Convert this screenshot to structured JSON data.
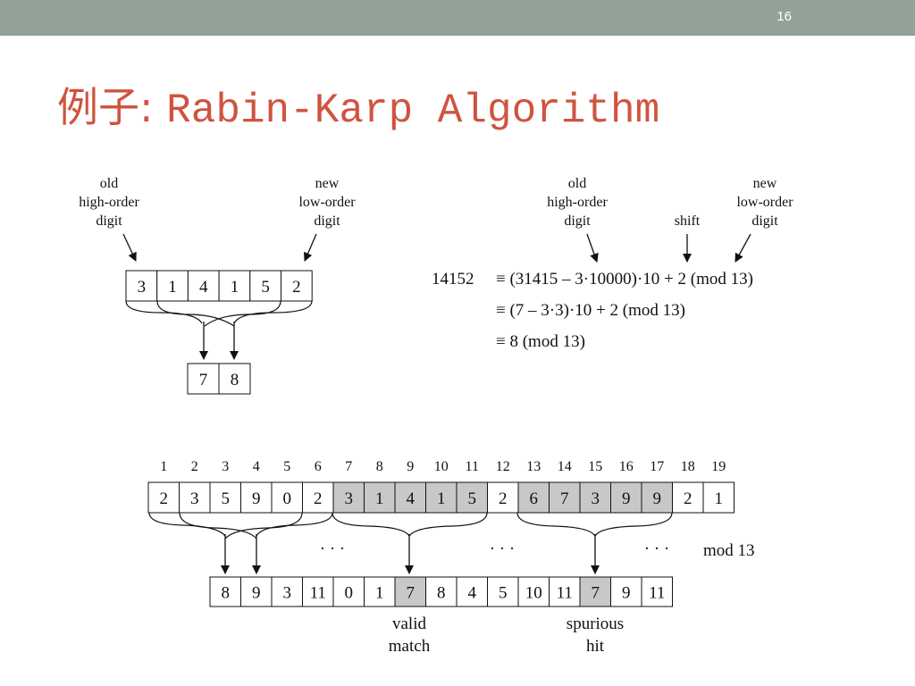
{
  "slide": {
    "page_number": "16",
    "title_cjk": "例子: ",
    "title_code": "Rabin-Karp Algorithm"
  },
  "top_left": {
    "label_old": [
      "old",
      "high-order",
      "digit"
    ],
    "label_new": [
      "new",
      "low-order",
      "digit"
    ],
    "window_digits": [
      "3",
      "1",
      "4",
      "1",
      "5",
      "2"
    ],
    "result_digits": [
      "7",
      "8"
    ]
  },
  "top_right": {
    "label_old": [
      "old",
      "high-order",
      "digit"
    ],
    "label_shift": "shift",
    "label_new": [
      "new",
      "low-order",
      "digit"
    ],
    "lhs": "14152",
    "lines": [
      "≡  (31415 – 3·10000)·10 + 2  (mod 13)",
      "≡  (7 – 3·3)·10 + 2  (mod 13)",
      "≡  8  (mod 13)"
    ]
  },
  "bottom": {
    "indices": [
      "1",
      "2",
      "3",
      "4",
      "5",
      "6",
      "7",
      "8",
      "9",
      "10",
      "11",
      "12",
      "13",
      "14",
      "15",
      "16",
      "17",
      "18",
      "19"
    ],
    "text_digits": [
      "2",
      "3",
      "5",
      "9",
      "0",
      "2",
      "3",
      "1",
      "4",
      "1",
      "5",
      "2",
      "6",
      "7",
      "3",
      "9",
      "9",
      "2",
      "1"
    ],
    "text_shaded": [
      false,
      false,
      false,
      false,
      false,
      false,
      true,
      true,
      true,
      true,
      true,
      false,
      true,
      true,
      true,
      true,
      true,
      false,
      false
    ],
    "hash_values": [
      "8",
      "9",
      "3",
      "11",
      "0",
      "1",
      "7",
      "8",
      "4",
      "5",
      "10",
      "11",
      "7",
      "9",
      "11"
    ],
    "hash_shaded": [
      false,
      false,
      false,
      false,
      false,
      false,
      true,
      false,
      false,
      false,
      false,
      false,
      true,
      false,
      false
    ],
    "ellipsis": "· · ·",
    "mod_label": "mod 13",
    "label_valid": [
      "valid",
      "match"
    ],
    "label_spurious": [
      "spurious",
      "hit"
    ]
  },
  "colors": {
    "topbar": "#93a299",
    "title": "#cf543f",
    "shade": "#c8c8c8"
  }
}
